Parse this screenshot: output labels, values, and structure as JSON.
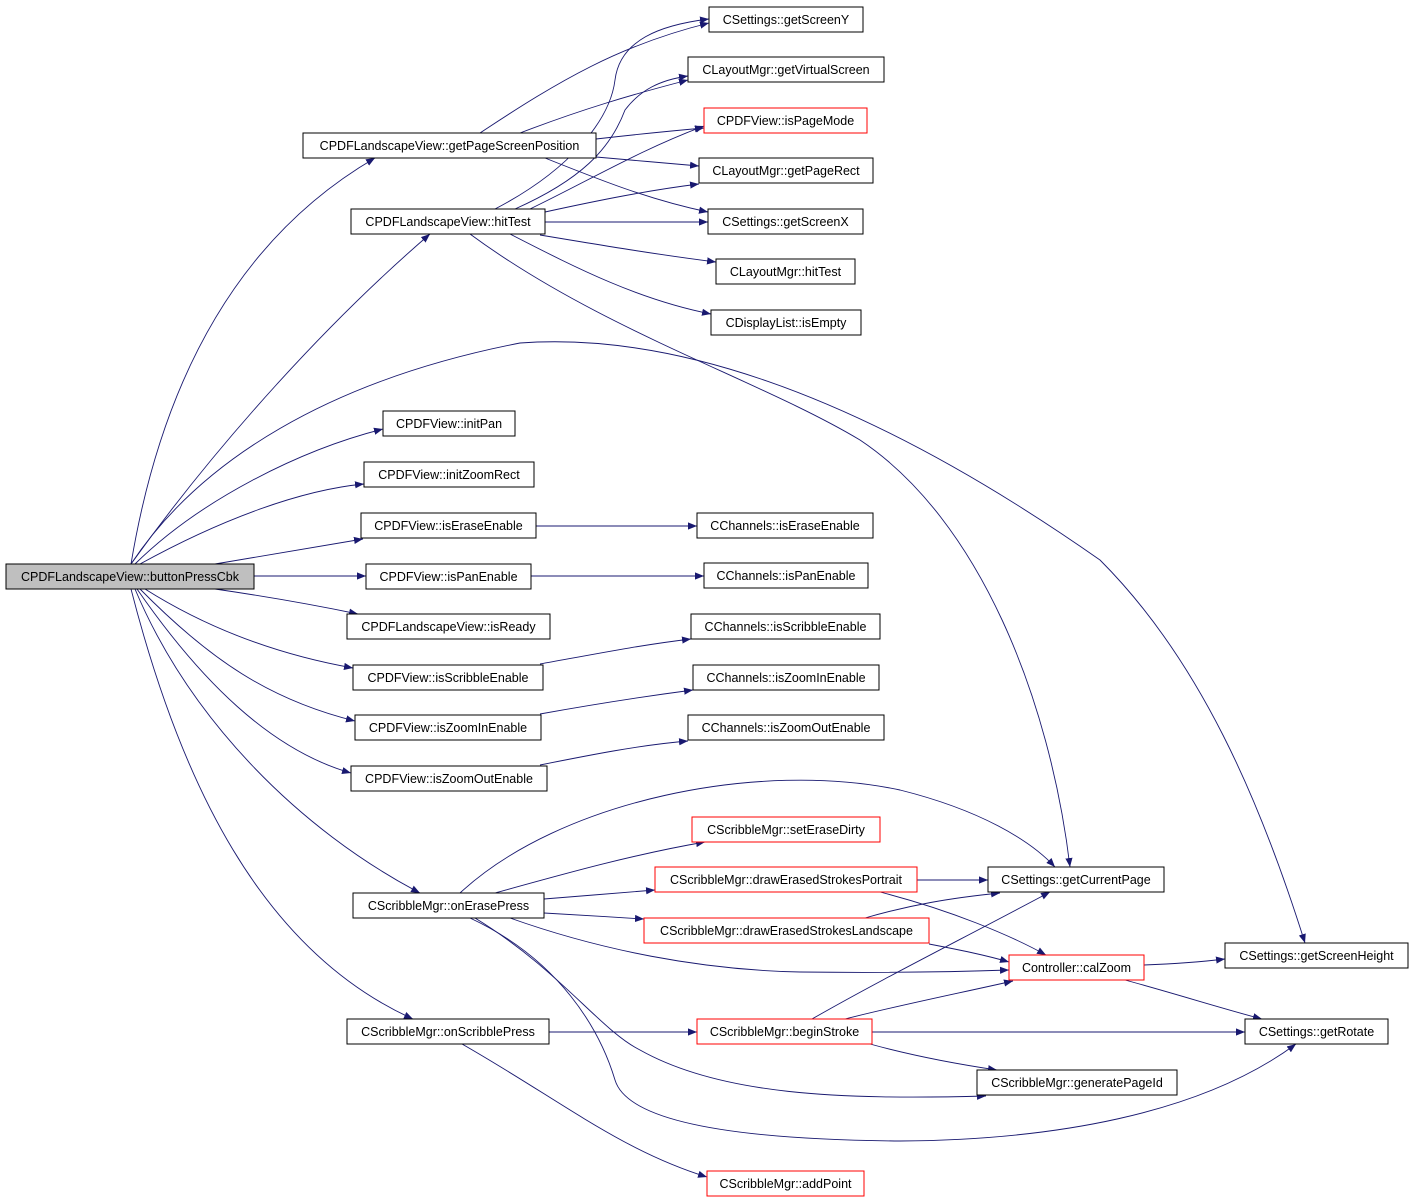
{
  "colors": {
    "background": "#ffffff",
    "edge": "#191970",
    "node_border": "#000000",
    "external_border": "#ff0000",
    "root_fill": "#bfbfbf",
    "node_fill": "#ffffff"
  },
  "nodes": {
    "root": {
      "label": "CPDFLandscapeView::buttonPressCbk",
      "kind": "root"
    },
    "getPageScreenPosition": {
      "label": "CPDFLandscapeView::getPageScreenPosition",
      "kind": "normal"
    },
    "hitTest": {
      "label": "CPDFLandscapeView::hitTest",
      "kind": "normal"
    },
    "getScreenY": {
      "label": "CSettings::getScreenY",
      "kind": "normal"
    },
    "getVirtualScreen": {
      "label": "CLayoutMgr::getVirtualScreen",
      "kind": "normal"
    },
    "isPageMode": {
      "label": "CPDFView::isPageMode",
      "kind": "external"
    },
    "getPageRect": {
      "label": "CLayoutMgr::getPageRect",
      "kind": "normal"
    },
    "getScreenX": {
      "label": "CSettings::getScreenX",
      "kind": "normal"
    },
    "layoutHitTest": {
      "label": "CLayoutMgr::hitTest",
      "kind": "normal"
    },
    "isEmpty": {
      "label": "CDisplayList::isEmpty",
      "kind": "normal"
    },
    "initPan": {
      "label": "CPDFView::initPan",
      "kind": "normal"
    },
    "initZoomRect": {
      "label": "CPDFView::initZoomRect",
      "kind": "normal"
    },
    "isEraseEnable": {
      "label": "CPDFView::isEraseEnable",
      "kind": "normal"
    },
    "chIsEraseEnable": {
      "label": "CChannels::isEraseEnable",
      "kind": "normal"
    },
    "isPanEnable": {
      "label": "CPDFView::isPanEnable",
      "kind": "normal"
    },
    "chIsPanEnable": {
      "label": "CChannels::isPanEnable",
      "kind": "normal"
    },
    "isReady": {
      "label": "CPDFLandscapeView::isReady",
      "kind": "normal"
    },
    "isScribbleEnable": {
      "label": "CPDFView::isScribbleEnable",
      "kind": "normal"
    },
    "chIsScribbleEnable": {
      "label": "CChannels::isScribbleEnable",
      "kind": "normal"
    },
    "isZoomInEnable": {
      "label": "CPDFView::isZoomInEnable",
      "kind": "normal"
    },
    "chIsZoomInEnable": {
      "label": "CChannels::isZoomInEnable",
      "kind": "normal"
    },
    "isZoomOutEnable": {
      "label": "CPDFView::isZoomOutEnable",
      "kind": "normal"
    },
    "chIsZoomOutEnable": {
      "label": "CChannels::isZoomOutEnable",
      "kind": "normal"
    },
    "setEraseDirty": {
      "label": "CScribbleMgr::setEraseDirty",
      "kind": "external"
    },
    "onErasePress": {
      "label": "CScribbleMgr::onErasePress",
      "kind": "normal"
    },
    "drawErasedPortrait": {
      "label": "CScribbleMgr::drawErasedStrokesPortrait",
      "kind": "external"
    },
    "drawErasedLandscape": {
      "label": "CScribbleMgr::drawErasedStrokesLandscape",
      "kind": "external"
    },
    "getCurrentPage": {
      "label": "CSettings::getCurrentPage",
      "kind": "normal"
    },
    "calZoom": {
      "label": "Controller::calZoom",
      "kind": "external"
    },
    "getScreenHeight": {
      "label": "CSettings::getScreenHeight",
      "kind": "normal"
    },
    "onScribblePress": {
      "label": "CScribbleMgr::onScribblePress",
      "kind": "normal"
    },
    "beginStroke": {
      "label": "CScribbleMgr::beginStroke",
      "kind": "external"
    },
    "getRotate": {
      "label": "CSettings::getRotate",
      "kind": "normal"
    },
    "generatePageId": {
      "label": "CScribbleMgr::generatePageId",
      "kind": "normal"
    },
    "addPoint": {
      "label": "CScribbleMgr::addPoint",
      "kind": "external"
    }
  },
  "edges": [
    [
      "root",
      "getPageScreenPosition"
    ],
    [
      "root",
      "hitTest"
    ],
    [
      "root",
      "getScreenHeight"
    ],
    [
      "root",
      "initPan"
    ],
    [
      "root",
      "initZoomRect"
    ],
    [
      "root",
      "isEraseEnable"
    ],
    [
      "root",
      "isPanEnable"
    ],
    [
      "root",
      "isReady"
    ],
    [
      "root",
      "isScribbleEnable"
    ],
    [
      "root",
      "isZoomInEnable"
    ],
    [
      "root",
      "isZoomOutEnable"
    ],
    [
      "root",
      "onErasePress"
    ],
    [
      "root",
      "onScribblePress"
    ],
    [
      "getPageScreenPosition",
      "getScreenY"
    ],
    [
      "getPageScreenPosition",
      "getVirtualScreen"
    ],
    [
      "getPageScreenPosition",
      "isPageMode"
    ],
    [
      "getPageScreenPosition",
      "getPageRect"
    ],
    [
      "getPageScreenPosition",
      "getScreenX"
    ],
    [
      "hitTest",
      "getScreenY"
    ],
    [
      "hitTest",
      "getVirtualScreen"
    ],
    [
      "hitTest",
      "isPageMode"
    ],
    [
      "hitTest",
      "getPageRect"
    ],
    [
      "hitTest",
      "getScreenX"
    ],
    [
      "hitTest",
      "layoutHitTest"
    ],
    [
      "hitTest",
      "isEmpty"
    ],
    [
      "hitTest",
      "getCurrentPage"
    ],
    [
      "isEraseEnable",
      "chIsEraseEnable"
    ],
    [
      "isPanEnable",
      "chIsPanEnable"
    ],
    [
      "isScribbleEnable",
      "chIsScribbleEnable"
    ],
    [
      "isZoomInEnable",
      "chIsZoomInEnable"
    ],
    [
      "isZoomOutEnable",
      "chIsZoomOutEnable"
    ],
    [
      "onErasePress",
      "getCurrentPage"
    ],
    [
      "onErasePress",
      "setEraseDirty"
    ],
    [
      "onErasePress",
      "drawErasedPortrait"
    ],
    [
      "onErasePress",
      "drawErasedLandscape"
    ],
    [
      "onErasePress",
      "calZoom"
    ],
    [
      "onErasePress",
      "generatePageId"
    ],
    [
      "onErasePress",
      "getRotate"
    ],
    [
      "drawErasedPortrait",
      "getCurrentPage"
    ],
    [
      "drawErasedPortrait",
      "calZoom"
    ],
    [
      "drawErasedLandscape",
      "getCurrentPage"
    ],
    [
      "drawErasedLandscape",
      "calZoom"
    ],
    [
      "calZoom",
      "getScreenHeight"
    ],
    [
      "calZoom",
      "getRotate"
    ],
    [
      "onScribblePress",
      "beginStroke"
    ],
    [
      "onScribblePress",
      "addPoint"
    ],
    [
      "beginStroke",
      "getCurrentPage"
    ],
    [
      "beginStroke",
      "calZoom"
    ],
    [
      "beginStroke",
      "getRotate"
    ],
    [
      "beginStroke",
      "generatePageId"
    ]
  ]
}
